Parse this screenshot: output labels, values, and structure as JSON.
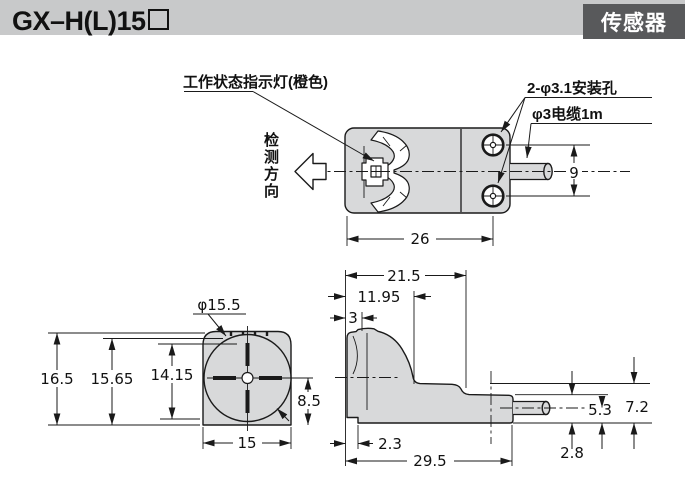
{
  "header": {
    "model": "GX–H(L)15",
    "tag": "传感器"
  },
  "labels": {
    "indicator": "工作状态指示灯(橙色)",
    "mounting_holes": "2-φ3.1安装孔",
    "cable": "φ3电缆1m",
    "direction": "检测方向",
    "lens_diameter": "φ15.5"
  },
  "dims": {
    "top_length": "26",
    "hole_pitch": "9",
    "front_total_height": "16.5",
    "front_h2": "15.65",
    "front_h3": "14.15",
    "front_center_to_bottom": "8.5",
    "front_width": "15",
    "side_top": "21.5",
    "side_mid": "11.95",
    "side_small": "3",
    "side_notch": "2.3",
    "side_length": "29.5",
    "side_cable_height": "5.3",
    "side_step_height": "7.2",
    "side_axis_height": "2.8"
  },
  "colors": {
    "header_bar": "#c8c9ca",
    "header_tag_bg": "#58595b",
    "body_fill": "#d8d9da",
    "line": "#1a1a1a"
  }
}
